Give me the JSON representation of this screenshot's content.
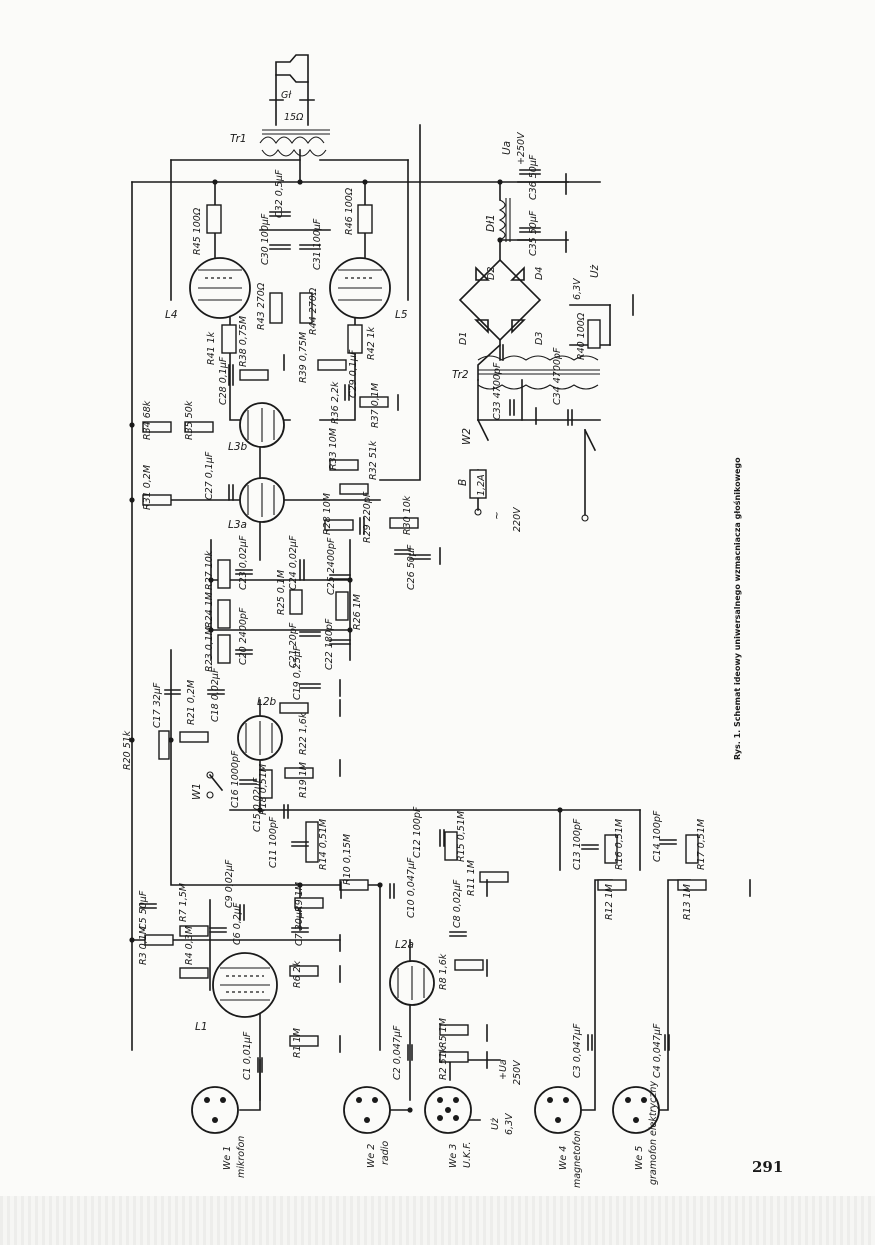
{
  "caption": "Rys. 1. Schemat ideowy uniwersalnego wzmacniacza głośnikowego",
  "page_number": "291",
  "inputs": [
    {
      "id": "We 1",
      "name": "mikrofon"
    },
    {
      "id": "We 2",
      "name": "radio"
    },
    {
      "id": "We 3",
      "name": "U.K.F."
    },
    {
      "id": "We 4",
      "name": "magnetofon"
    },
    {
      "id": "We 5",
      "name": "gramofon elektryczny"
    }
  ],
  "we3_labels": {
    "ua": "+Ua",
    "ua_v": "250V",
    "uz": "Uż",
    "uz_v": "6,3V"
  },
  "tubes": {
    "L1": "L1",
    "L2a": "L2a",
    "L2b": "L2b",
    "L3a": "L3a",
    "L3b": "L3b",
    "L4": "L4",
    "L5": "L5"
  },
  "resistors": {
    "R1": "R1 1M",
    "R2": "R2 51k",
    "R3": "R3 0,1M",
    "R4": "R4 0,3M",
    "R5": "R5 1M",
    "R6": "R6 2k",
    "R7": "R7 1,5M",
    "R8": "R8 1,6k",
    "R9": "R9 1M",
    "R10": "R10 0,15M",
    "R11": "R11 1M",
    "R12": "R12 1M",
    "R13": "R13 1M",
    "R14": "R14 0,51M",
    "R15": "R15 0,51M",
    "R16": "R16 0,51M",
    "R17": "R17 0,51M",
    "R18": "R18 0,51M",
    "R19": "R19 1M",
    "R20": "R20 51k",
    "R21": "R21 0,2M",
    "R22": "R22 1,6k",
    "R23": "R23 0,1M",
    "R24": "R24 1M",
    "R25": "R25 0,1M",
    "R26": "R26 1M",
    "R27": "R27 10k",
    "R28": "R28 10M",
    "R29": "R29 220pF",
    "R30": "R30 10k",
    "R31": "R31 0,2M",
    "R32": "R32 51k",
    "R33": "R33 10M",
    "R34": "R34 68k",
    "R35": "R35 50k",
    "R36": "R36 2,2k",
    "R37": "R37 0,1M",
    "R38": "R38 0,75M",
    "R39": "R39 0,75M",
    "R40": "R40 100Ω",
    "R41": "R41 1k",
    "R42": "R42 1k",
    "R43": "R43 270Ω",
    "R44": "R44 270Ω",
    "R45": "R45 100Ω",
    "R46": "R46 100Ω"
  },
  "capacitors": {
    "C1": "C1 0,01µF",
    "C2": "C2 0,047µF",
    "C3": "C3 0,047µF",
    "C4": "C4 0,047µF",
    "C5": "C5 50µF",
    "C6": "C6 0,2µF",
    "C7": "C7 30µF",
    "C8": "C8 0,02µF",
    "C9": "C9 0,02µF",
    "C10": "C10 0,047µF",
    "C11": "C11 100pF",
    "C12": "C12 100pF",
    "C13": "C13 100pF",
    "C14": "C14 100pF",
    "C15": "C15 0,02µF",
    "C16": "C16 1000pF",
    "C17": "C17 32µF",
    "C18": "C18 0,02µF",
    "C19": "C19 0,25µF",
    "C20": "C20 2400pF",
    "C21": "C21 20pF",
    "C22": "C22 180pF",
    "C23": "C23 0,02µF",
    "C24": "C24 0,02µF",
    "C25": "C25 2400pF",
    "C26": "C26 50µF",
    "C27": "C27 0,1µF",
    "C28": "C28 0,1µF",
    "C29": "C29 0,1µF",
    "C30": "C30 100µF",
    "C31": "C31 100µF",
    "C32": "C32 0,5µF",
    "C33": "C33 4700pF",
    "C34": "C34 4700pF",
    "C35": "C35 50µF",
    "C36": "C36 50µF"
  },
  "power": {
    "tr1": "Tr1",
    "tr2": "Tr2",
    "gl": "Gł",
    "gl_imp": "15Ω",
    "dl1": "Dł1",
    "ua": "Ua",
    "ua_v": "+250V",
    "uz": "Uż",
    "uz_v": "6,3V",
    "fuse": "B",
    "fuse_rating": "1,2A",
    "mains": "220V",
    "tilde": "~",
    "switch_w2": "W2",
    "switch_w1": "W1",
    "d1": "D1",
    "d2": "D2",
    "d3": "D3",
    "d4": "D4"
  }
}
